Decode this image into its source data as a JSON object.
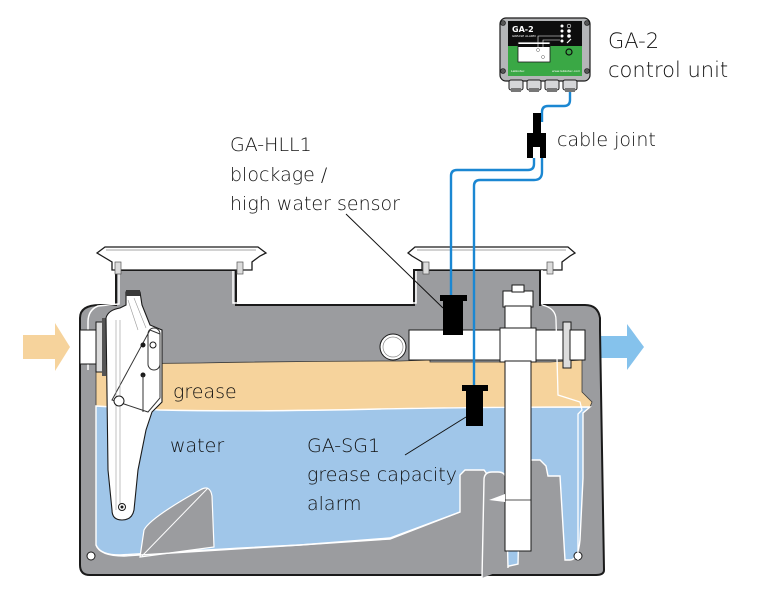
{
  "diagram": {
    "title": "Grease trap with GA-2 alarm system",
    "colors": {
      "tank_body": "#9b9c9f",
      "tank_outline": "#1a1a1a",
      "water": "#a0c6e9",
      "grease": "#f6d39c",
      "cable": "#1b87d2",
      "sensor": "#000000",
      "inlet_arrow": "#f6d39c",
      "outlet_arrow": "#85c2ec",
      "control_green": "#3aa845",
      "control_black": "#0d0d0d",
      "control_case": "#b5b6b8"
    },
    "labels": {
      "control_unit_line1": "GA-2",
      "control_unit_line2": "control unit",
      "cable_joint": "cable joint",
      "hll1_line1": "GA-HLL1",
      "hll1_line2": "blockage /",
      "hll1_line3": "high water sensor",
      "grease": "grease",
      "water": "water",
      "sg1_line1": "GA-SG1",
      "sg1_line2": "grease capacity",
      "sg1_line3": "alarm"
    },
    "control_unit": {
      "model_text": "GA-2",
      "subtitle_text": "GREASE ALARM",
      "brand_text": "Labkotec",
      "url_text": "www.labkotec.com"
    },
    "flow": {
      "inlet_icon": "arrow-right-icon",
      "outlet_icon": "arrow-right-icon"
    }
  }
}
